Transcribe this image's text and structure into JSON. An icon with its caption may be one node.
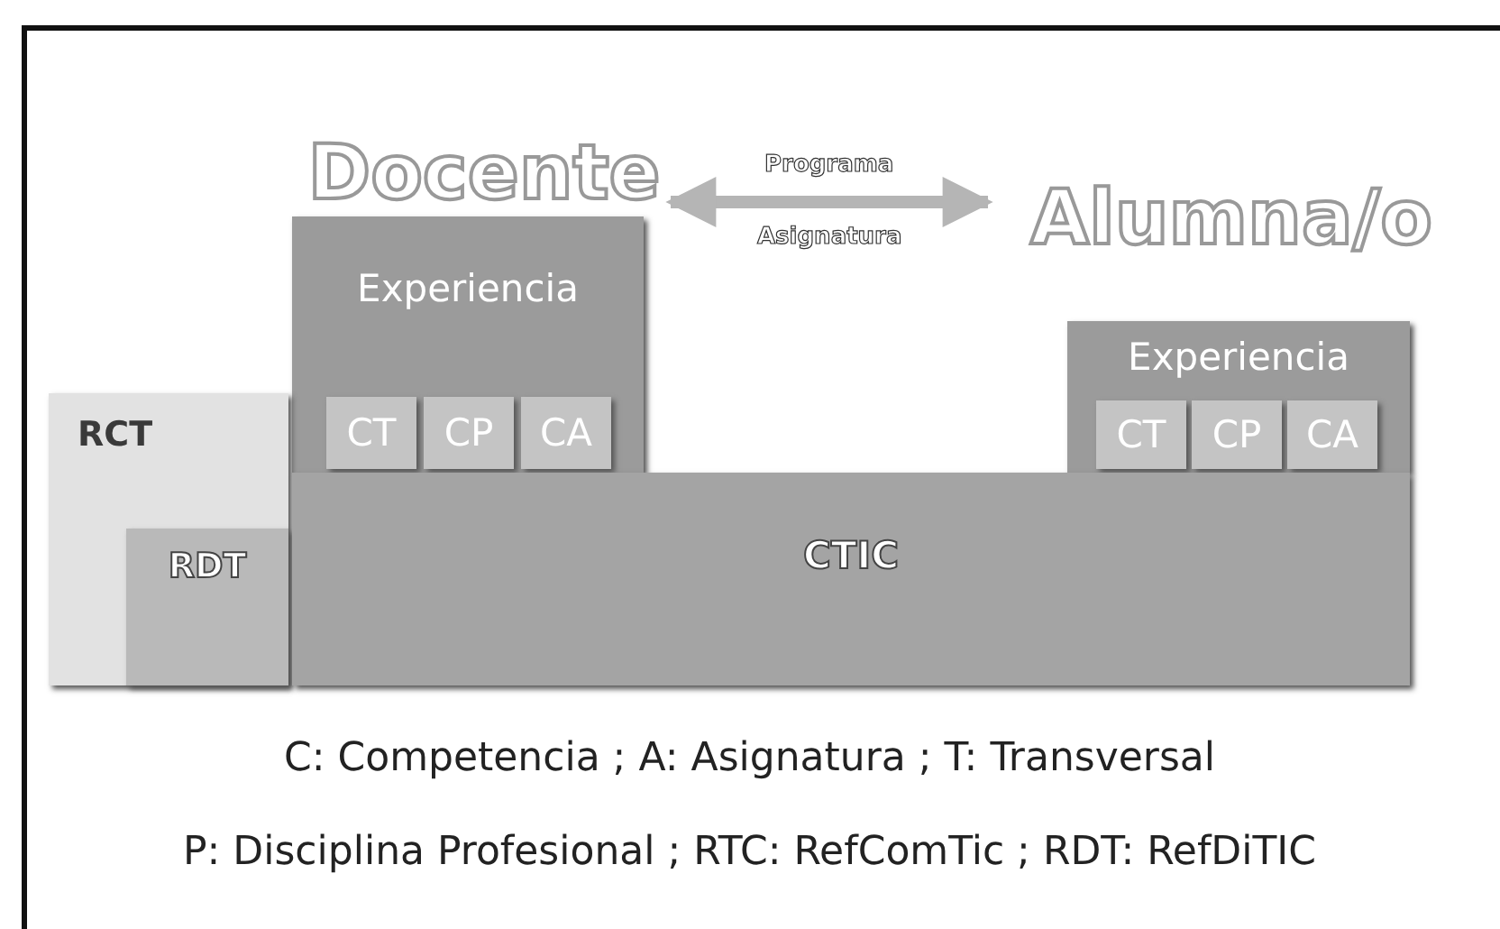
{
  "diagram": {
    "nodes": [
      {
        "text": [
          "Docente"
        ]
      },
      {
        "text": [
          "Alumna/o"
        ]
      },
      {
        "text": [
          "Experiencia"
        ]
      },
      {
        "text": [
          "CT"
        ],
        "in": 2
      },
      {
        "text": [
          "CP"
        ],
        "in": 2
      },
      {
        "text": [
          "CA"
        ],
        "in": 2
      },
      {
        "text": [
          "Experiencia"
        ]
      },
      {
        "text": [
          "CT"
        ],
        "in": 6
      },
      {
        "text": [
          "CP"
        ],
        "in": 6
      },
      {
        "text": [
          "CA"
        ],
        "in": 6
      },
      {
        "text": [
          "RCT"
        ]
      },
      {
        "text": [
          "RDT"
        ],
        "in": 10
      },
      {
        "text": [
          "CTIC"
        ]
      }
    ],
    "edges": [
      {
        "from": 0,
        "to": 1,
        "arrow": "both"
      }
    ],
    "labels": [
      "Programa",
      "Asignatura",
      "C: Competencia ; A: Asignatura ; T: Transversal",
      "P: Disciplina Profesional ; RTC: RefComTic ; RDT: RefDiTIC"
    ]
  }
}
